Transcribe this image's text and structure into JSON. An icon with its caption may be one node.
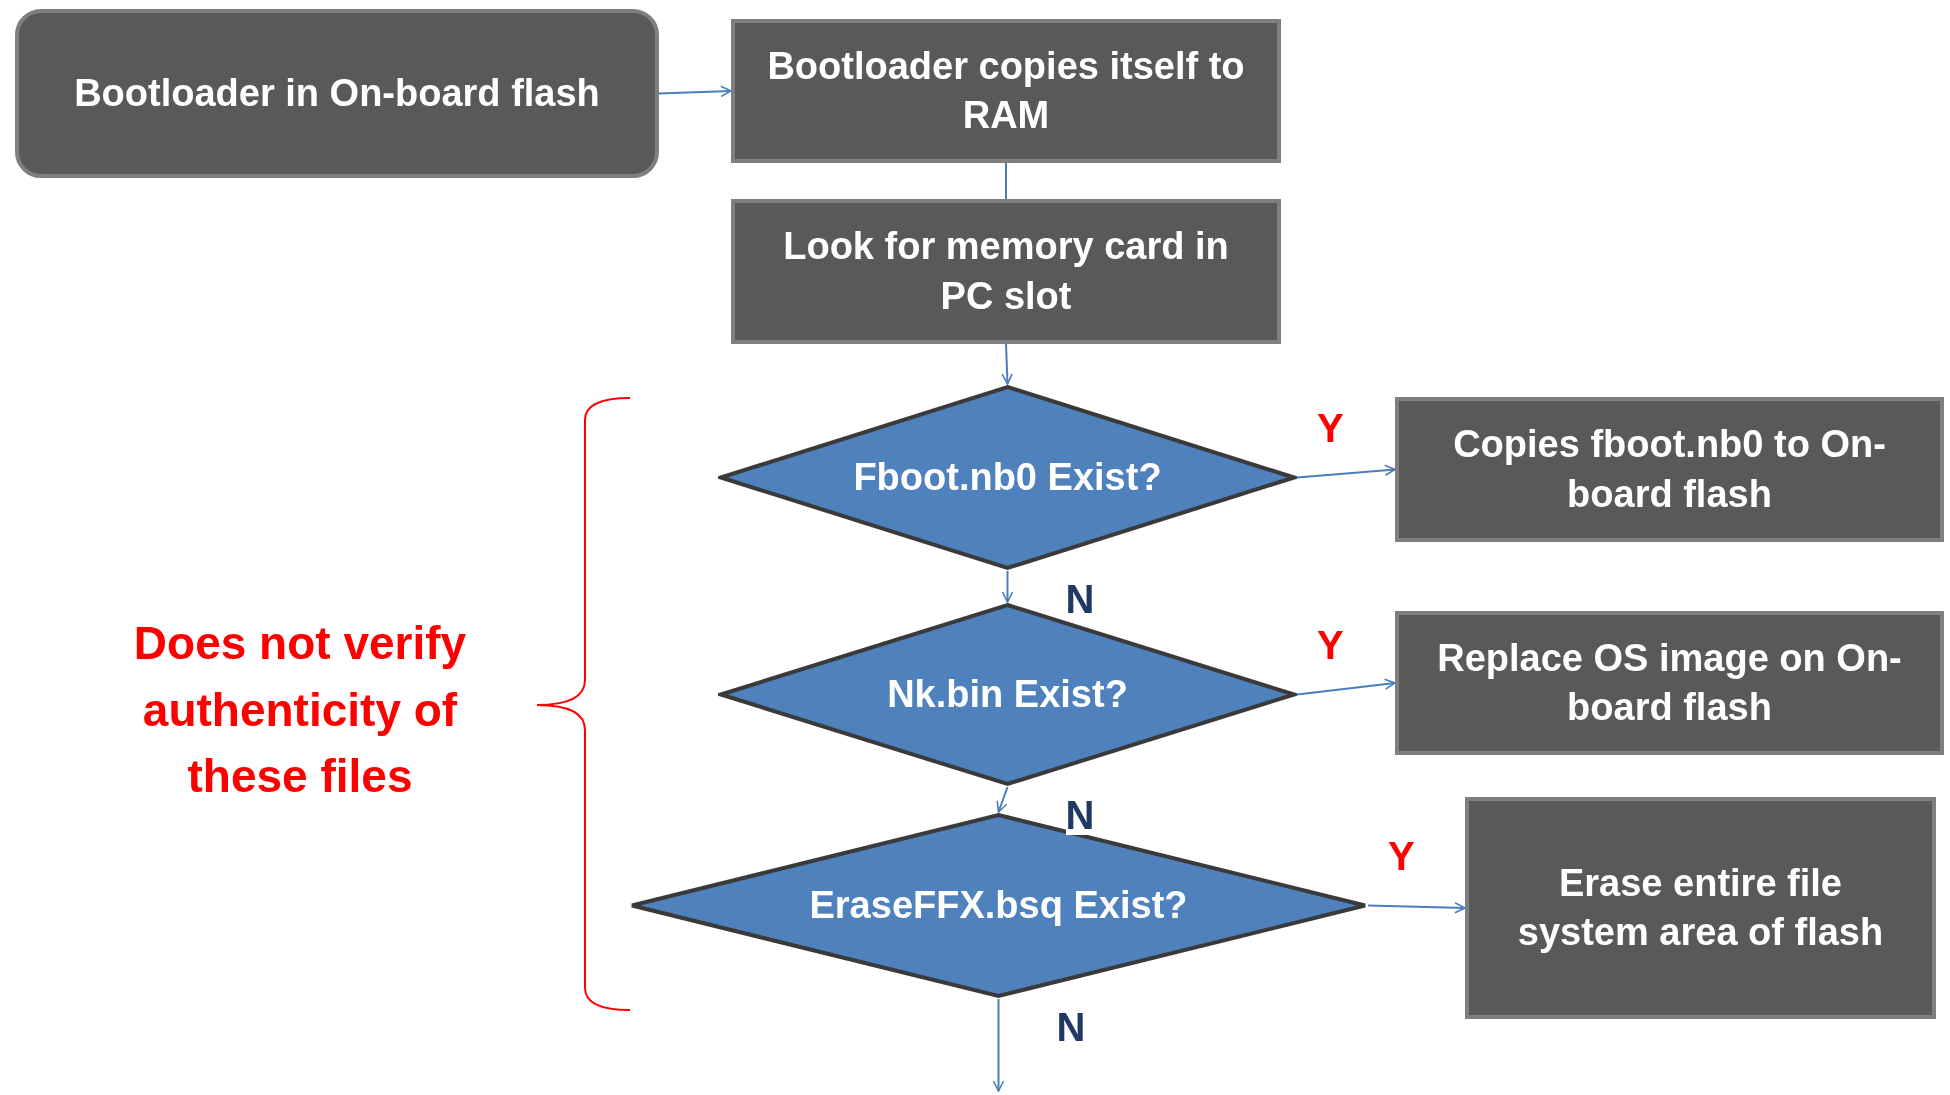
{
  "diagram": {
    "nodes": [
      {
        "text": [
          "Bootloader in On-board flash"
        ]
      },
      {
        "text": [
          "Bootloader copies itself to RAM"
        ]
      },
      {
        "text": [
          "Look for memory card in PC slot"
        ]
      },
      {
        "text": [
          "Fboot.nb0 Exist?"
        ]
      },
      {
        "text": [
          "Copies fboot.nb0 to On-board flash"
        ]
      },
      {
        "text": [
          "Nk.bin Exist?"
        ]
      },
      {
        "text": [
          "Replace OS image on On-board flash"
        ]
      },
      {
        "text": [
          "EraseFFX.bsq Exist?"
        ]
      },
      {
        "text": [
          "Erase entire file system area of flash"
        ]
      }
    ],
    "edges": [
      {
        "from": 0,
        "to": 1,
        "arrow": "to"
      },
      {
        "from": 1,
        "to": 2,
        "arrow": "none"
      },
      {
        "from": 2,
        "to": 3,
        "arrow": "to"
      },
      {
        "from": 3,
        "to": 4,
        "arrow": "to",
        "label": "Y"
      },
      {
        "from": 3,
        "to": 5,
        "arrow": "to",
        "label": "N"
      },
      {
        "from": 5,
        "to": 6,
        "arrow": "to",
        "label": "Y"
      },
      {
        "from": 5,
        "to": 7,
        "arrow": "to",
        "label": "N"
      },
      {
        "from": 7,
        "to": 8,
        "arrow": "to",
        "label": "Y"
      },
      {
        "from": 7,
        "to": null,
        "arrow": "to",
        "label": "N"
      }
    ],
    "labels": [
      "Does not verify authenticity of these files"
    ]
  }
}
